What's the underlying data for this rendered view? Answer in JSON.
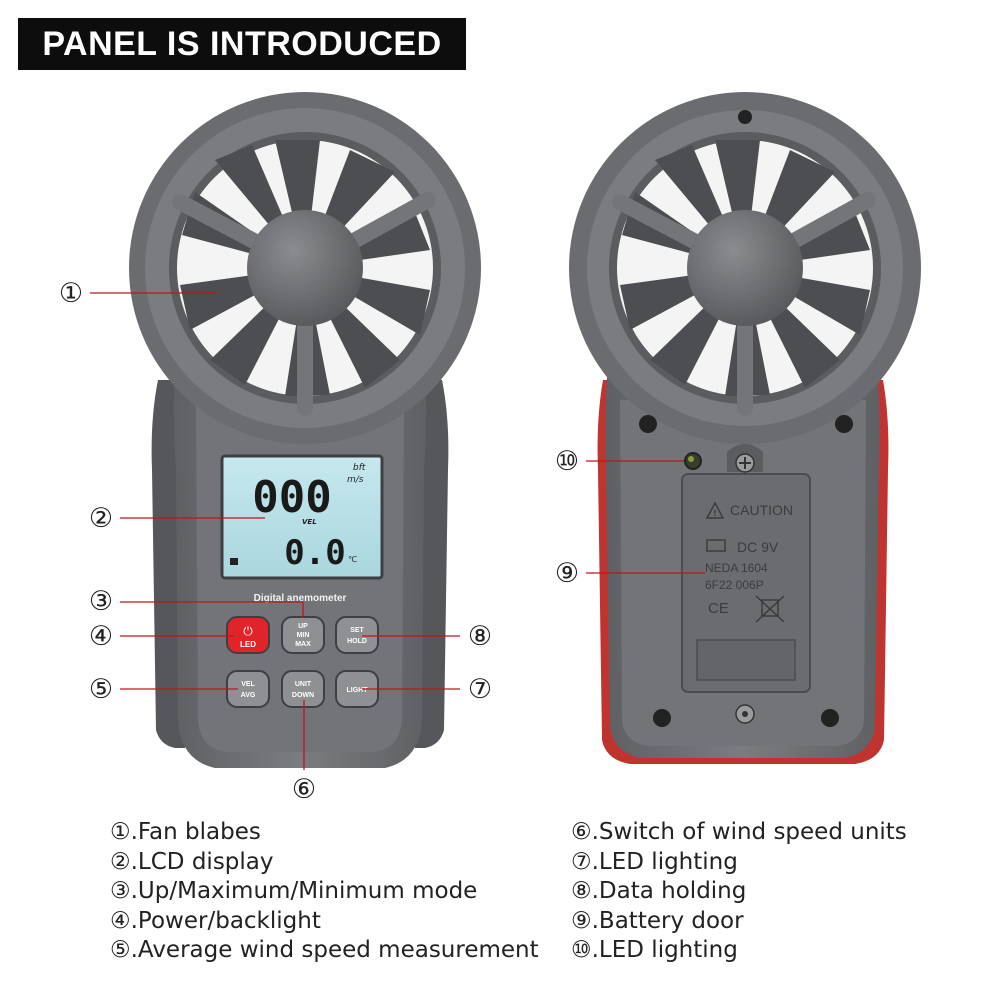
{
  "header": {
    "title": "PANEL IS INTRODUCED"
  },
  "device_front": {
    "lcd_main": "000",
    "lcd_unit_top": "bft",
    "lcd_unit_bottom": "m/s",
    "lcd_mode": "VEL",
    "lcd_temp": "0.0",
    "lcd_temp_unit": "℃",
    "model_label": "Digital anemometer",
    "buttons": {
      "power_symbol": "⏻",
      "power_label": "LED",
      "up1": "UP",
      "up2": "MIN",
      "up3": "MAX",
      "set1": "SET",
      "set2": "HOLD",
      "vel1": "VEL",
      "vel2": "AVG",
      "unit1": "UNIT",
      "unit2": "DOWN",
      "light": "LIGHT"
    }
  },
  "device_back": {
    "caution": "CAUTION",
    "dc": "DC  9V",
    "neda": "NEDA  1604",
    "code": "6F22  006P",
    "ce": "CE"
  },
  "callouts": {
    "c1": "①",
    "c2": "②",
    "c3": "③",
    "c4": "④",
    "c5": "⑤",
    "c6": "⑥",
    "c7": "⑦",
    "c8": "⑧",
    "c9": "⑨",
    "c10": "⑩"
  },
  "legend": {
    "left": [
      "①.Fan blabes",
      "②.LCD display",
      "③.Up/Maximum/Minimum mode",
      "④.Power/backlight",
      "⑤.Average wind speed measurement"
    ],
    "right": [
      "⑥.Switch of wind speed units",
      "⑦.LED lighting",
      "⑧.Data holding",
      "⑨.Battery door",
      "⑩.LED lighting"
    ]
  },
  "colors": {
    "body": "#6e7073",
    "lcd": "#b7dfe6",
    "power_button": "#e0242a",
    "callout_line": "#c0141b"
  }
}
